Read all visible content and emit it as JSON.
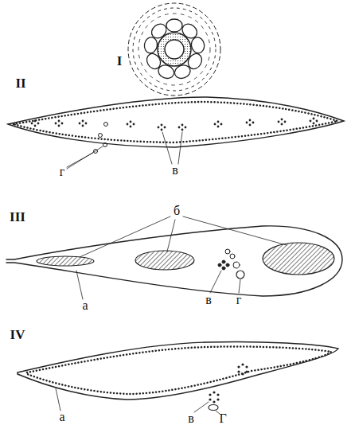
{
  "diagram": {
    "labels": [
      "I",
      "II",
      "г",
      "в",
      "III",
      "б",
      "а",
      "в",
      "г",
      "IV",
      "а",
      "в",
      "Г"
    ]
  }
}
